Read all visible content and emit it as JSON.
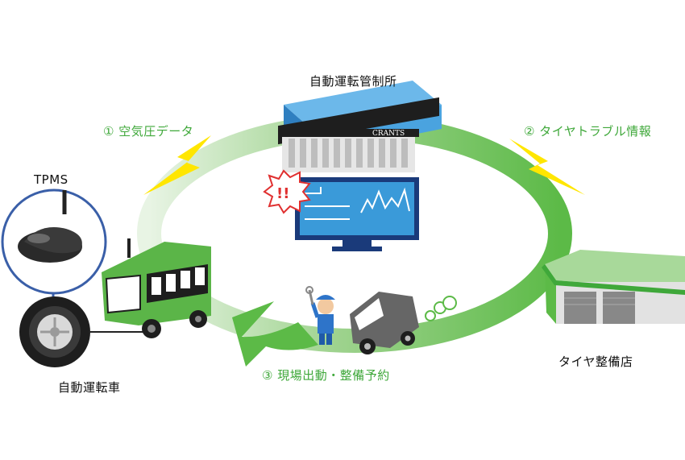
{
  "labels": {
    "center": "自動運転管制所",
    "step1": "① 空気圧データ",
    "step2": "② タイヤトラブル情報",
    "step3": "③ 現場出動・整備予約",
    "tpms": "TPMS",
    "vehicle": "自動運転車",
    "shop": "タイヤ整備店",
    "building_sign": "CRANTS",
    "alert": "!!"
  },
  "colors": {
    "green": "#5cba47",
    "green_light": "#cfe9c6",
    "label_green": "#3fa83a",
    "bus_green": "#5bb548",
    "building_blue": "#4aa3df",
    "monitor_screen": "#3a9ad9",
    "monitor_frame": "#1a3a7a",
    "lightning": "#ffe600",
    "alert_red": "#e03030",
    "van_gray": "#777777",
    "worker_blue": "#2e74c9"
  }
}
